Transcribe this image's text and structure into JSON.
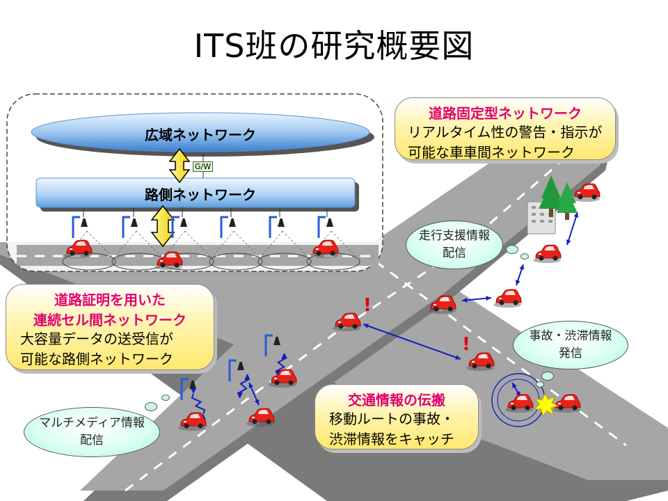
{
  "title": "ITS班の研究概要図",
  "networks": {
    "wide_area": "広域ネットワーク",
    "roadside": "路側ネットワーク",
    "gateway": "G/W"
  },
  "callouts": {
    "fixed_road": {
      "heading": "道路固定型ネットワーク",
      "lines": [
        "リアルタイム性の警告・指示が",
        "可能な車車間ネットワーク"
      ]
    },
    "cell_network": {
      "heading": [
        "道路証明を用いた",
        "連続セル間ネットワーク"
      ],
      "lines": [
        "大容量データの送受信が",
        "可能な路側ネットワーク"
      ]
    },
    "traffic_info": {
      "heading": "交通情報の伝搬",
      "lines": [
        "移動ルートの事故・",
        "渋滞情報をキャッチ"
      ]
    }
  },
  "clouds": {
    "driving_support": [
      "走行支援情報",
      "配信"
    ],
    "accident_info": [
      "事故・渋滞情報",
      "発信"
    ],
    "multimedia": [
      "マルチメディア情報",
      "配信"
    ]
  },
  "warning_mark": "!",
  "colors": {
    "car": "#e8221a",
    "link": "#1020c0",
    "road": "#9a9a9a",
    "accent": "#e0006e",
    "callout_fill": "#ffe86e",
    "cloud_fill": "#c8f8e6",
    "network_fill": "#a8cff2"
  },
  "icons": [
    "car-icon",
    "roadside-antenna-icon",
    "bidirectional-arrow-icon",
    "tree-icon",
    "building-icon",
    "crash-spark-icon"
  ]
}
